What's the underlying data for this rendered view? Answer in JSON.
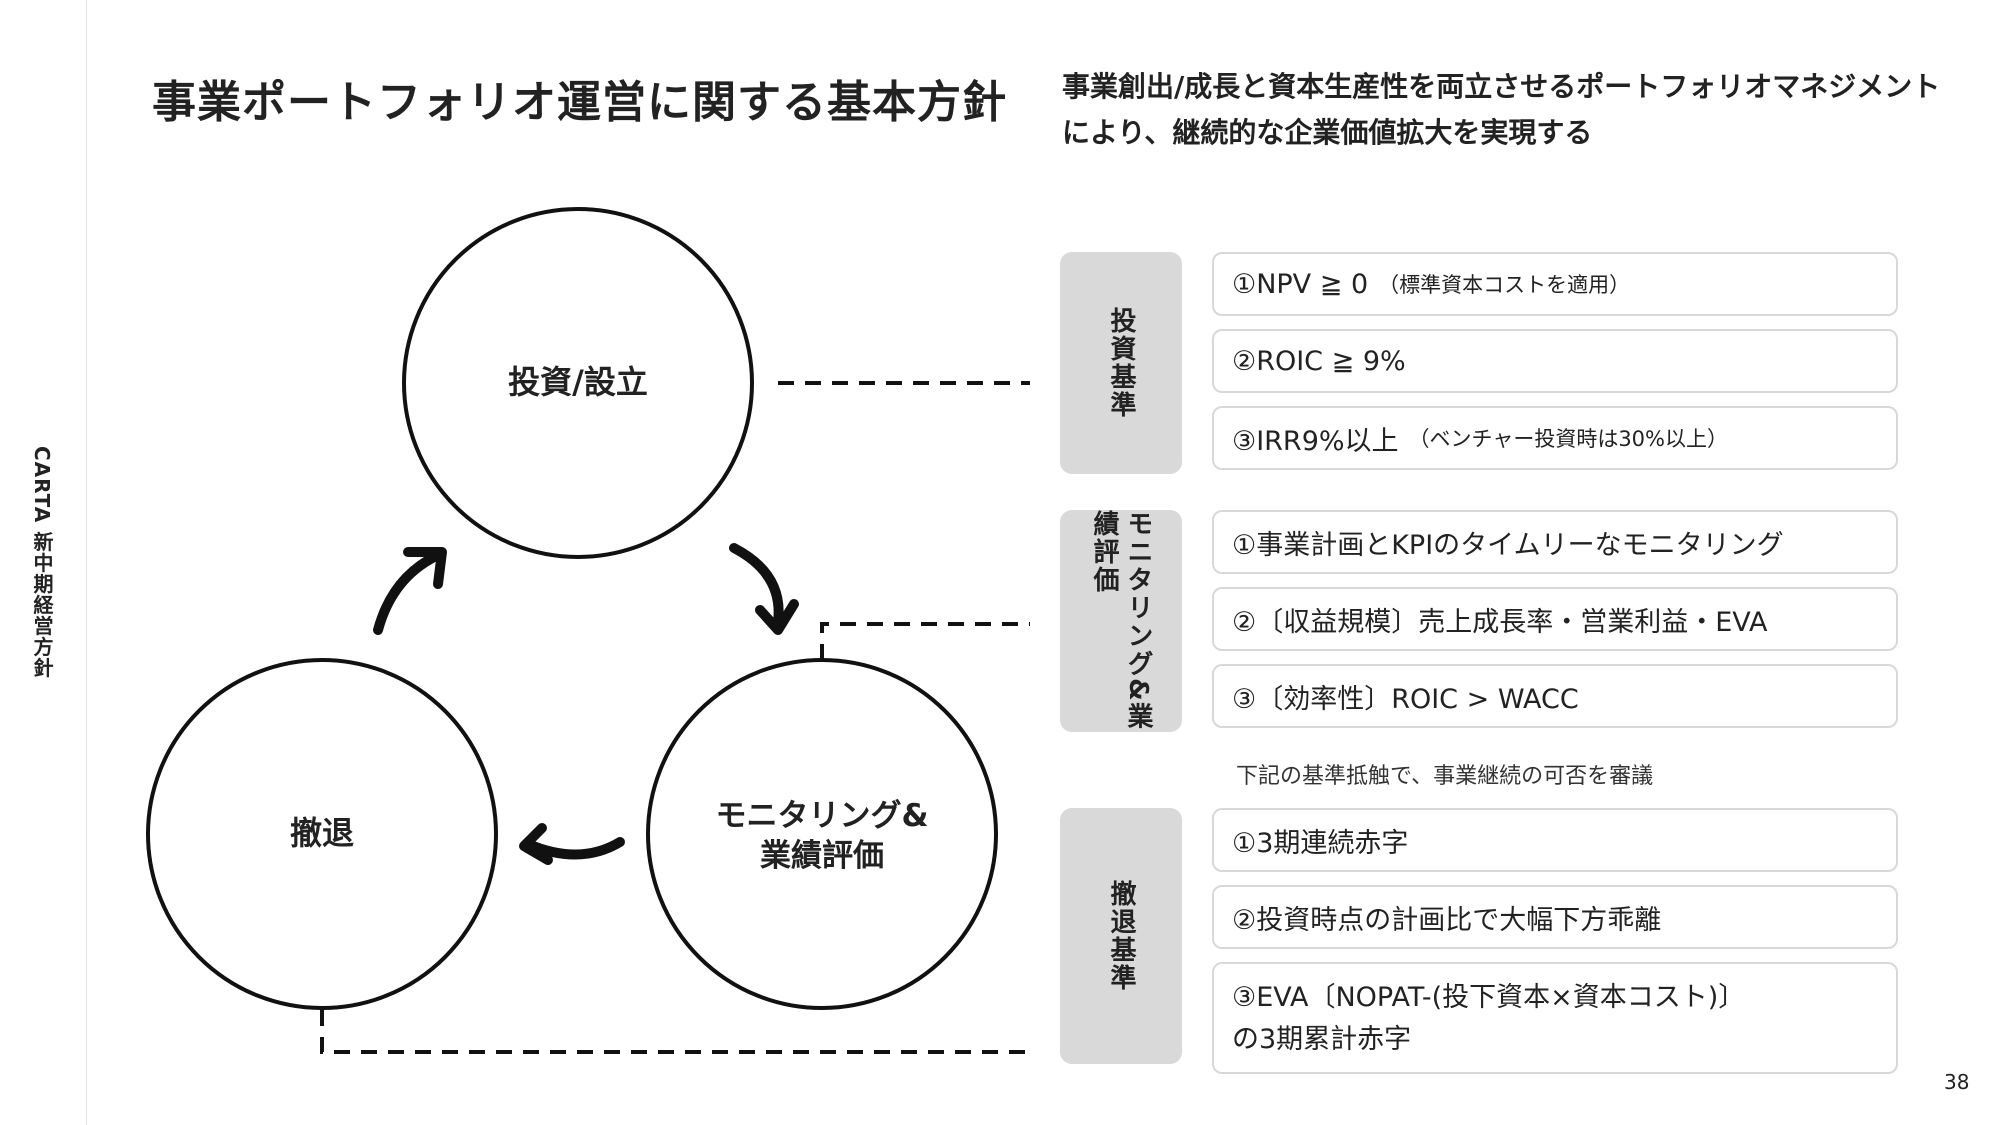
{
  "side_label": "CARTA 新中期経営方針",
  "title": "事業ポートフォリオ運営に関する基本方針",
  "subtitle": "事業創出/成長と資本生産性を両立させるポートフォリオマネジメントにより、継続的な企業価値拡大を実現する",
  "cycle": {
    "invest": "投資/設立",
    "monitor_line1": "モニタリング&",
    "monitor_line2": "業績評価",
    "withdraw": "撤退"
  },
  "criteria": [
    {
      "category": "投資基準",
      "items": [
        {
          "text": "①NPV ≧ 0",
          "note": "（標準資本コストを適用）"
        },
        {
          "text": "②ROIC ≧ 9%",
          "note": ""
        },
        {
          "text": "③IRR9%以上",
          "note": "（ベンチャー投資時は30%以上）"
        }
      ]
    },
    {
      "category": "モニタリング&業績評価",
      "items": [
        {
          "text": "①事業計画とKPIのタイムリーなモニタリング",
          "note": ""
        },
        {
          "text": "②〔収益規模〕売上成長率・営業利益・EVA",
          "note": ""
        },
        {
          "text": "③〔効率性〕ROIC > WACC",
          "note": ""
        }
      ]
    },
    {
      "category": "撤退基準",
      "items": [
        {
          "text": "①3期連続赤字",
          "note": ""
        },
        {
          "text": "②投資時点の計画比で大幅下方乖離",
          "note": ""
        },
        {
          "text": "③EVA〔NOPAT-(投下資本×資本コスト)〕の3期累計赤字",
          "note": ""
        }
      ]
    }
  ],
  "withdraw_note": "下記の基準抵触で、事業継続の可否を審議",
  "page_number": "38",
  "colors": {
    "text": "#222222",
    "category_bg": "#d9d9d9",
    "row_border": "#d8d8d8",
    "rule": "#e6e6e6"
  }
}
